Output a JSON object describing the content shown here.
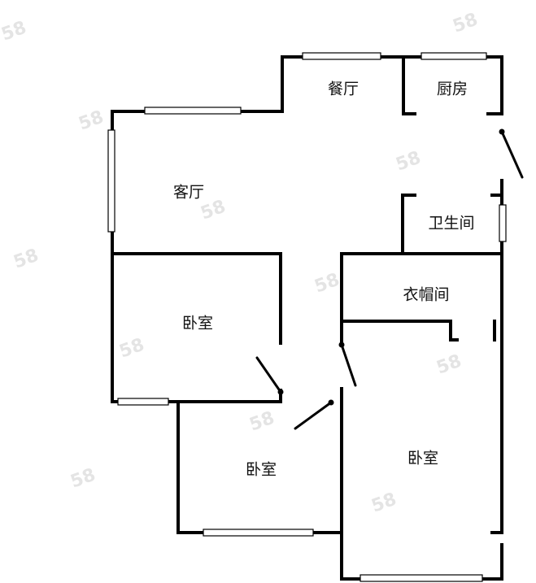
{
  "rooms": {
    "dining": "餐厅",
    "kitchen": "厨房",
    "living": "客厅",
    "bathroom": "卫生间",
    "cloakroom": "衣帽间",
    "bedroom_left": "卧室",
    "bedroom_bottom": "卧室",
    "bedroom_right": "卧室"
  },
  "colors": {
    "wall": "#000000",
    "background": "#ffffff",
    "watermark": "#cfcfcf"
  }
}
